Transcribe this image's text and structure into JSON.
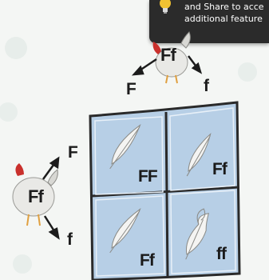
{
  "tooltip": {
    "icon": "lightbulb-icon",
    "line1": "and Share to acce",
    "line2": "additional feature"
  },
  "top_parent": {
    "genotype": "Ff",
    "left_allele": "F",
    "right_allele": "f"
  },
  "left_parent": {
    "genotype": "Ff",
    "top_allele": "F",
    "bottom_allele": "f"
  },
  "punnett": {
    "cells": [
      {
        "label": "FF",
        "feather": "smooth-feather"
      },
      {
        "label": "Ff",
        "feather": "smooth-feather"
      },
      {
        "label": "Ff",
        "feather": "smooth-feather"
      },
      {
        "label": "ff",
        "feather": "frizzled-feather"
      }
    ],
    "colors": {
      "cell_fill": "#b7cfe6",
      "border": "#2a2a2a",
      "feather": "#f4f4f2"
    }
  }
}
